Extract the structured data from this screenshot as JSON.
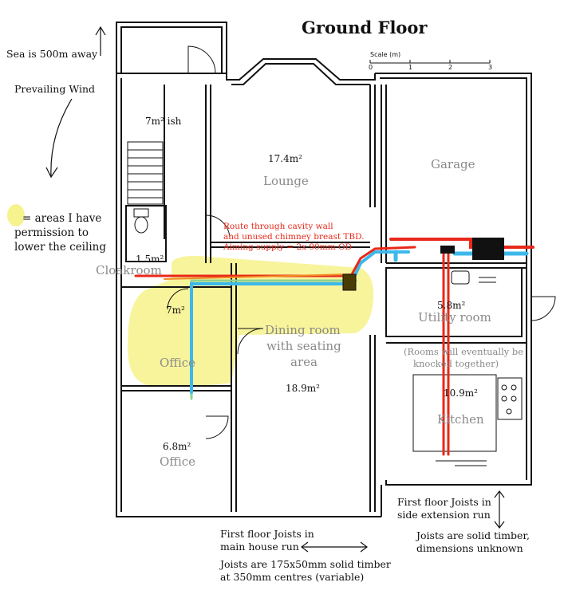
{
  "title": "Ground Floor",
  "scale": {
    "label": "Scale (m)",
    "ticks": [
      "0",
      "1",
      "2",
      "3"
    ]
  },
  "notes": {
    "sea": "Sea is 500m away",
    "wind": "Prevailing Wind",
    "legend": [
      "= areas I have",
      "permission to",
      "lower the ceiling"
    ],
    "joists_main": [
      "First floor Joists in",
      "main house run"
    ],
    "joists_main_spec": [
      "Joists are 175x50mm solid timber",
      "at 350mm centres (variable)"
    ],
    "joists_side": [
      "First floor Joists in",
      "side extension run"
    ],
    "joists_side_spec": [
      "Joists are solid timber,",
      "dimensions unknown"
    ],
    "route": [
      "Route through cavity wall",
      "and unused chimney breast TBD.",
      "Aiming supply = 2x 90mm OD"
    ],
    "knock": [
      "(Rooms will eventually be",
      "knocked together)"
    ]
  },
  "rooms": {
    "lounge": {
      "name": "Lounge",
      "area": "17.4m²"
    },
    "hall": {
      "area": "7m² ish"
    },
    "cloakroom": {
      "name": "Cloakroom",
      "area": "1.5m²"
    },
    "office_top": {
      "name": "Office",
      "area": "7m²"
    },
    "dining": {
      "name": [
        "Dining room",
        "with seating",
        "area"
      ],
      "area": "18.9m²"
    },
    "office_bottom": {
      "name": "Office",
      "area": "6.8m²"
    },
    "garage": {
      "name": "Garage"
    },
    "utility": {
      "name": "Utility room",
      "area": "5.8m²"
    },
    "kitchen": {
      "name": "Kitchen",
      "area": "10.9m²"
    }
  },
  "colors": {
    "highlight": "#f5f07a",
    "supply_duct": "#e8281a",
    "extract_duct": "#3cb8ea",
    "alt_duct": "#8fd28f",
    "unit": "#111111",
    "walls": "#111111"
  }
}
